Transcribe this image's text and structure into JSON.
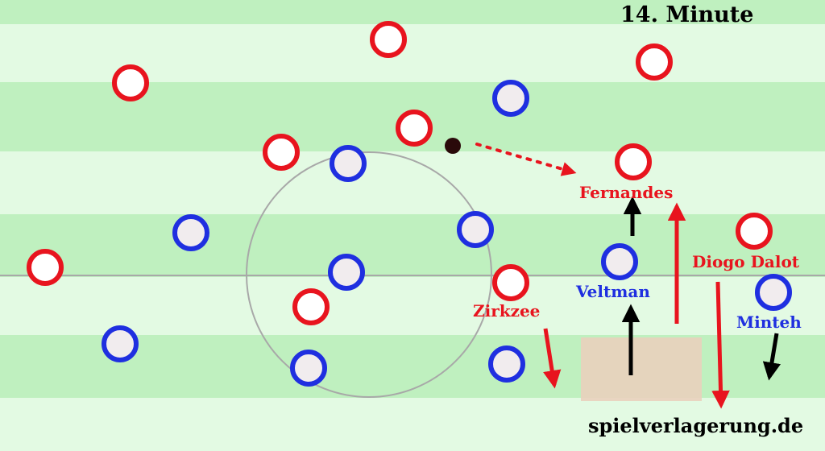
{
  "title": "14. Minute",
  "watermark": "spielverlagerung.de",
  "colors": {
    "stripe_dark": "#bff0bf",
    "stripe_light": "#e3fae3",
    "red_team": "#e8141e",
    "blue_team": "#1f2fe0",
    "player_fill": "#f1ecee",
    "ball": "#2a0a0a",
    "space_box": "#e9d0bd",
    "line": "#a8a8a8"
  },
  "labels": {
    "fernandes": "Fernandes",
    "diogo_dalot": "Diogo Dalot",
    "zirkzee": "Zirkzee",
    "veltman": "Veltman",
    "minteh": "Minteh"
  },
  "teams": [
    {
      "name": "red",
      "icon": "red-player-icon"
    },
    {
      "name": "blue",
      "icon": "blue-player-icon"
    }
  ]
}
